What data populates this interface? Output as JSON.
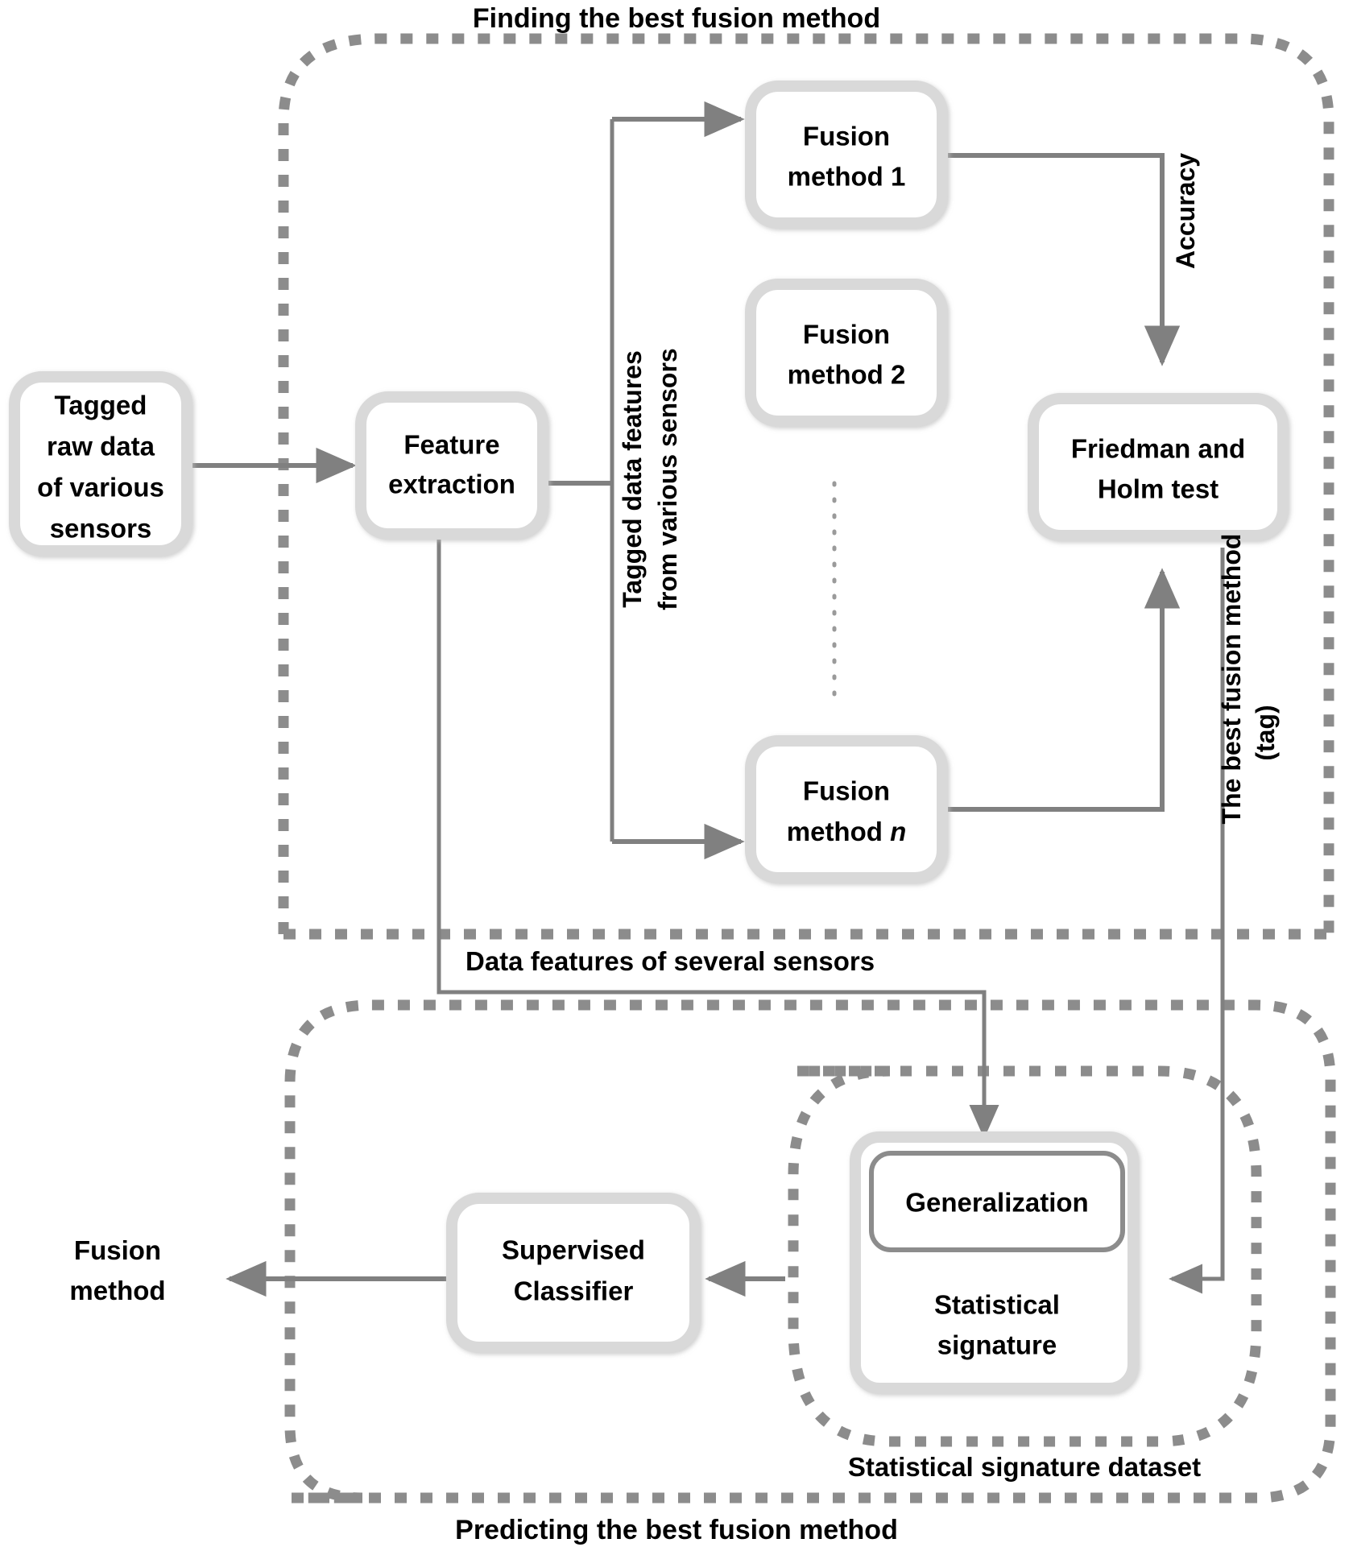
{
  "diagram": {
    "title_top": "Finding the best fusion method",
    "title_bottom": "Predicting the best fusion method",
    "title_inner": "Statistical signature dataset",
    "colors": {
      "box_border": "#d9d9d9",
      "box_fill": "#ffffff",
      "inner_box_border": "#8c8c8c",
      "dashed_container": "#8c8c8c",
      "connector": "#808080",
      "text": "#000000"
    },
    "nodes": [
      {
        "id": "tagged-raw-data",
        "lines": [
          "Tagged",
          "raw data",
          "of various",
          "sensors"
        ]
      },
      {
        "id": "feature-extraction",
        "lines": [
          "Feature",
          "extraction"
        ]
      },
      {
        "id": "fusion-method-1",
        "lines": [
          "Fusion",
          "method 1"
        ]
      },
      {
        "id": "fusion-method-2",
        "lines": [
          "Fusion",
          "method 2"
        ]
      },
      {
        "id": "fusion-method-n",
        "lines": [
          "Fusion",
          "method "
        ],
        "italic_suffix": "n"
      },
      {
        "id": "friedman-holm-test",
        "lines": [
          "Friedman and",
          "Holm test"
        ]
      },
      {
        "id": "generalization",
        "lines": [
          "Generalization"
        ]
      },
      {
        "id": "statistical-signature",
        "lines": [
          "Statistical",
          "signature"
        ]
      },
      {
        "id": "supervised-classifier",
        "lines": [
          "Supervised",
          "Classifier"
        ]
      }
    ],
    "edge_labels": {
      "tagged_data_features_l1": "Tagged data features",
      "tagged_data_features_l2": "from various sensors",
      "accuracy": "Accuracy",
      "best_fusion_method_l1": "The best fusion method",
      "best_fusion_method_l2": "(tag)",
      "data_features_several_sensors": "Data features of several sensors"
    },
    "output_label": {
      "line1": "Fusion",
      "line2": "method"
    }
  }
}
